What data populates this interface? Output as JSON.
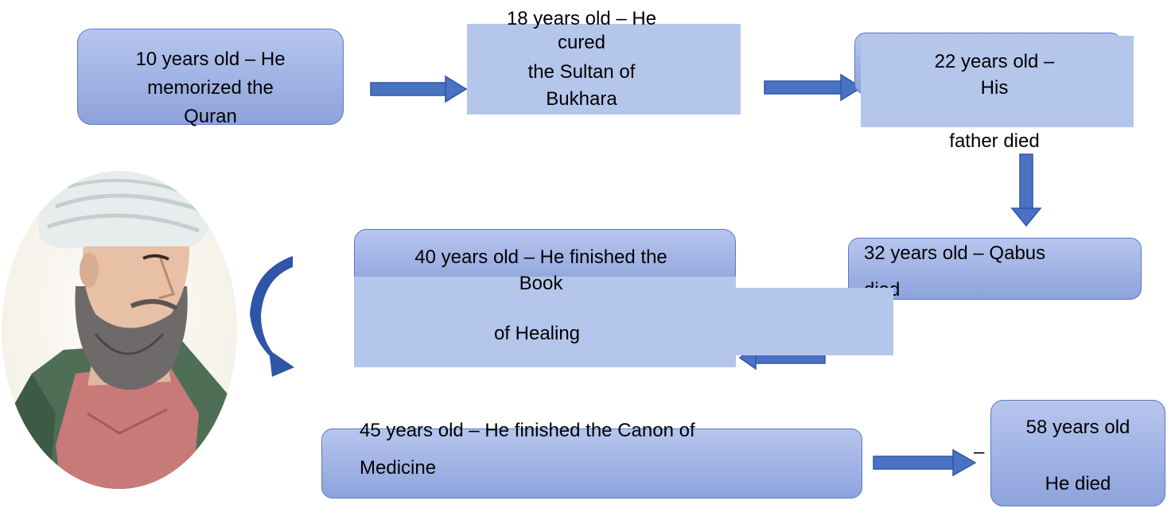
{
  "steps": {
    "s10": {
      "l1": "10 years old – He",
      "l2": "memorized the",
      "l3": "Quran"
    },
    "s18": {
      "l1": "18 years old – He",
      "l2": "cured",
      "l3": "the Sultan of",
      "l4": "Bukhara"
    },
    "s22": {
      "l1": "22 years old –",
      "l2": "His",
      "l3": "father died"
    },
    "s32": {
      "l1": "32 years old – Qabus",
      "l2": "died"
    },
    "s40": {
      "l1": "40 years old – He finished the",
      "l2": "Book",
      "l3": "of Healing"
    },
    "s45": {
      "l1": "45 years old – He finished the Canon of",
      "l2": "Medicine"
    },
    "s58": {
      "l1": "58 years old",
      "l2": "–",
      "l3": "He died"
    }
  },
  "portrait": {
    "label": "portrait-illustration"
  },
  "colors": {
    "box_fill": "#a4b6e6",
    "box_border": "#5a78c4",
    "arrow": "#4a72c2",
    "arrow_border": "#2f55a6"
  }
}
